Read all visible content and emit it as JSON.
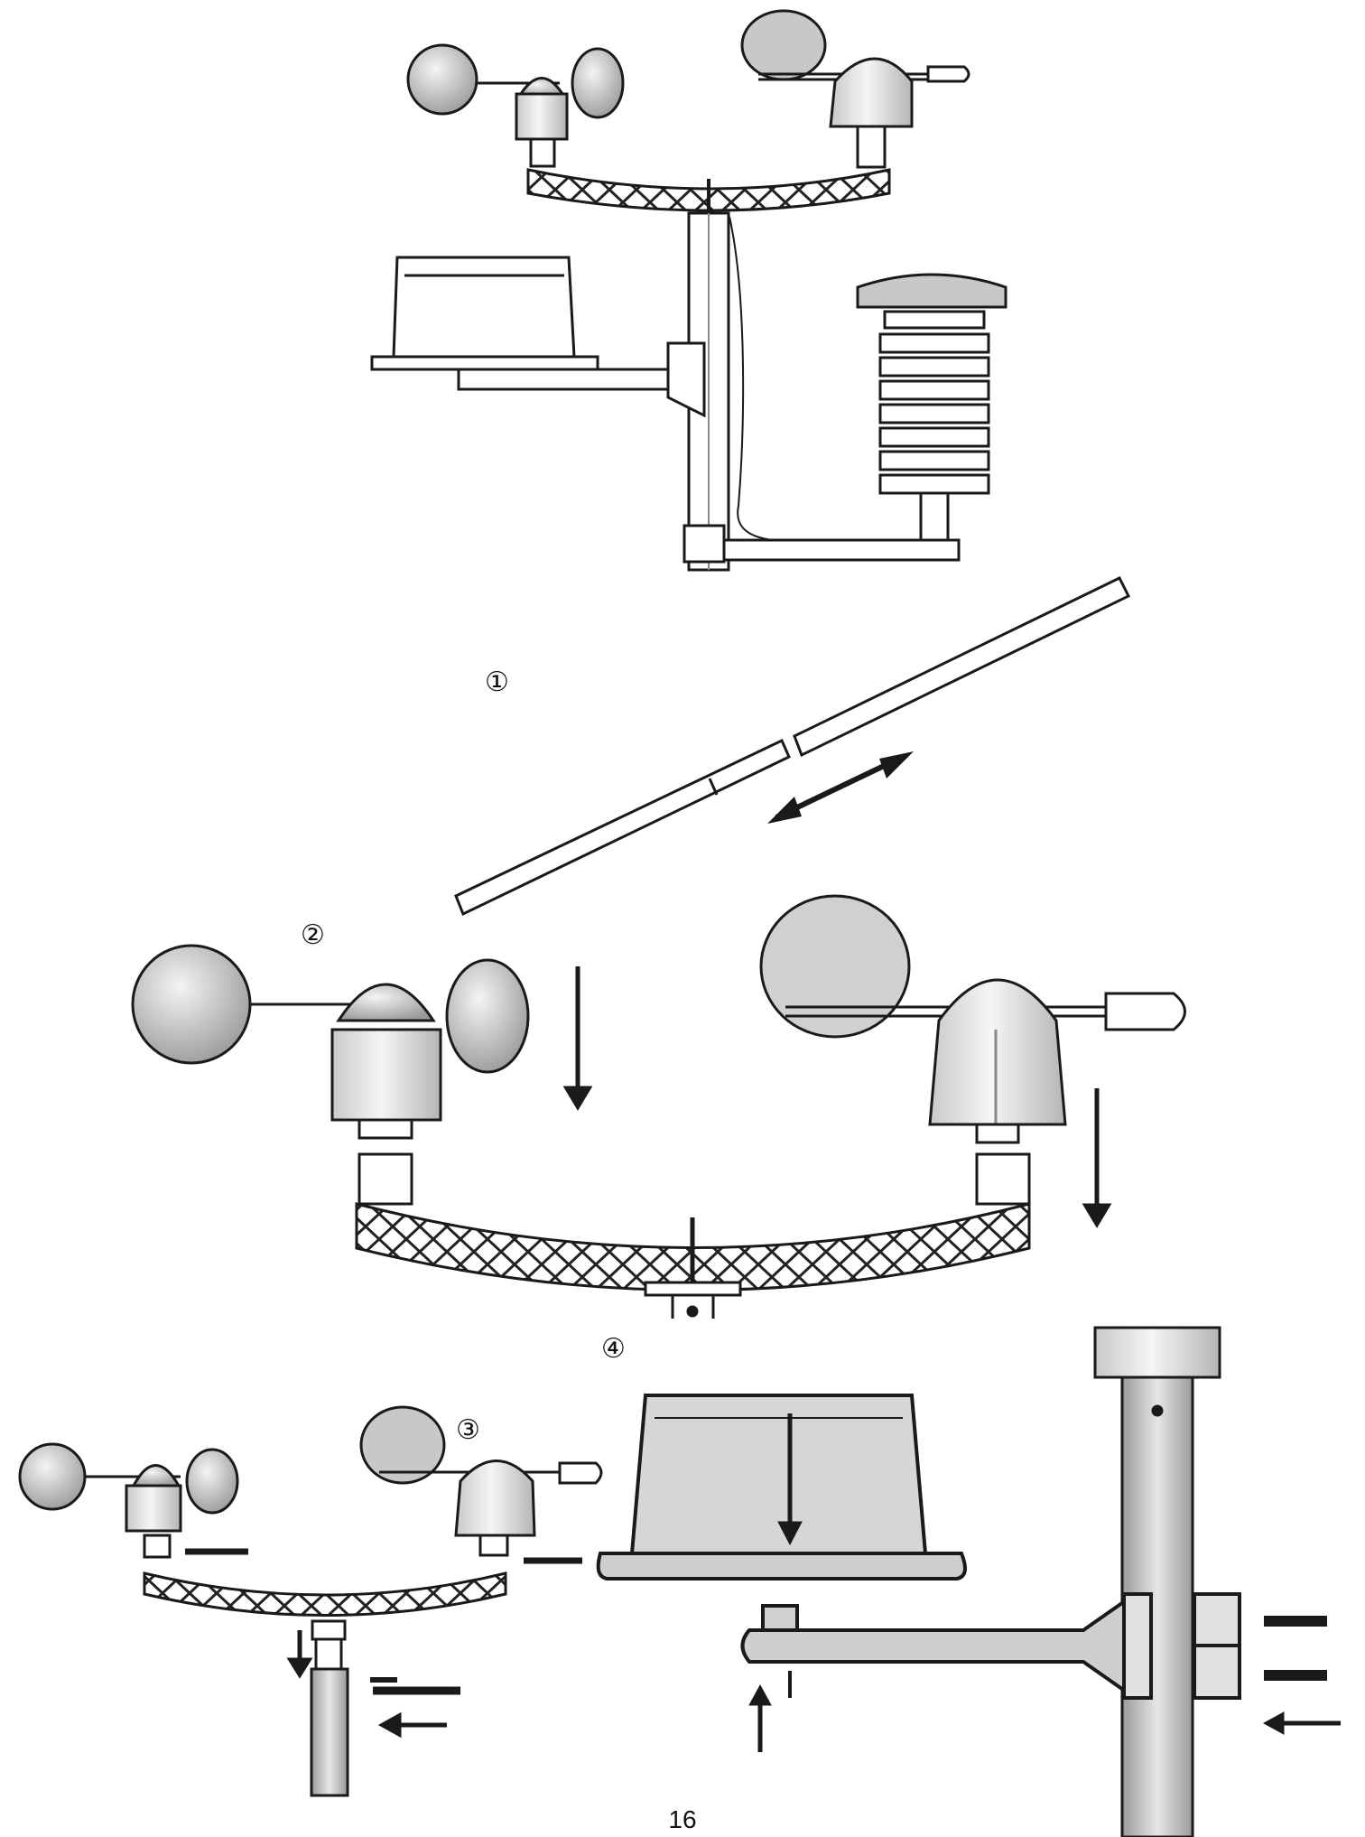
{
  "page_number": "16",
  "steps": [
    {
      "marker": "①"
    },
    {
      "marker": "②"
    },
    {
      "marker": "③"
    },
    {
      "marker": "④"
    }
  ],
  "colors": {
    "line": "#1a1a1a",
    "fill_light": "#e6e6e6",
    "fill_mid": "#c8c8c8",
    "fill_dark": "#a8a8a8",
    "background": "#ffffff"
  }
}
